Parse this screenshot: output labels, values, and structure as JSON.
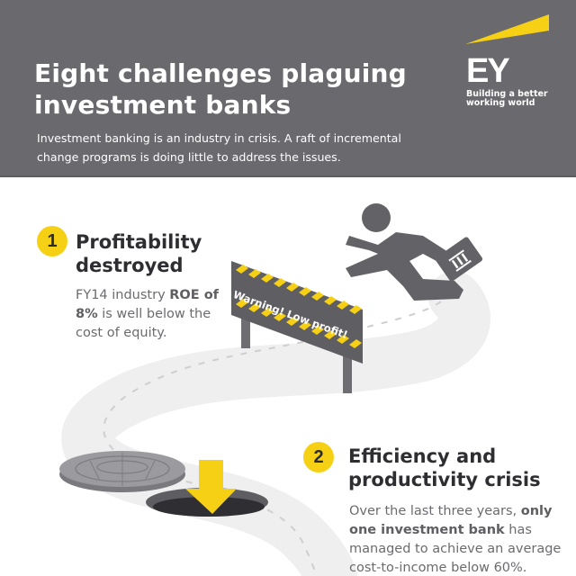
{
  "header": {
    "title_line1": "Eight challenges plaguing",
    "title_line2": "investment banks",
    "subtitle_line1": "Investment banking is an industry in crisis. A raft of incremental",
    "subtitle_line2": "change programs is doing little to address the issues.",
    "background_color": "#6a6a6e"
  },
  "logo": {
    "mark": "EY",
    "tagline_line1": "Building a better",
    "tagline_line2": "working world",
    "beam_color": "#f6d014"
  },
  "challenges": [
    {
      "number": "1",
      "heading_line1": "Profitability",
      "heading_line2": "destroyed",
      "body_part1": "FY14 industry ",
      "body_bold1": "ROE of 8%",
      "body_part2": " is well below the cost of equity."
    },
    {
      "number": "2",
      "heading_line1": "Efficiency and",
      "heading_line2": "productivity crisis",
      "body_part1": "Over the last three years, ",
      "body_bold1": "only one investment bank",
      "body_part2": " has managed to achieve an average cost-to-income below 60%."
    }
  ],
  "illustration": {
    "barrier_sign": "Warning! Low profit!",
    "accent_color": "#f6d014",
    "figure_color": "#636367",
    "road_color": "#efefef"
  }
}
